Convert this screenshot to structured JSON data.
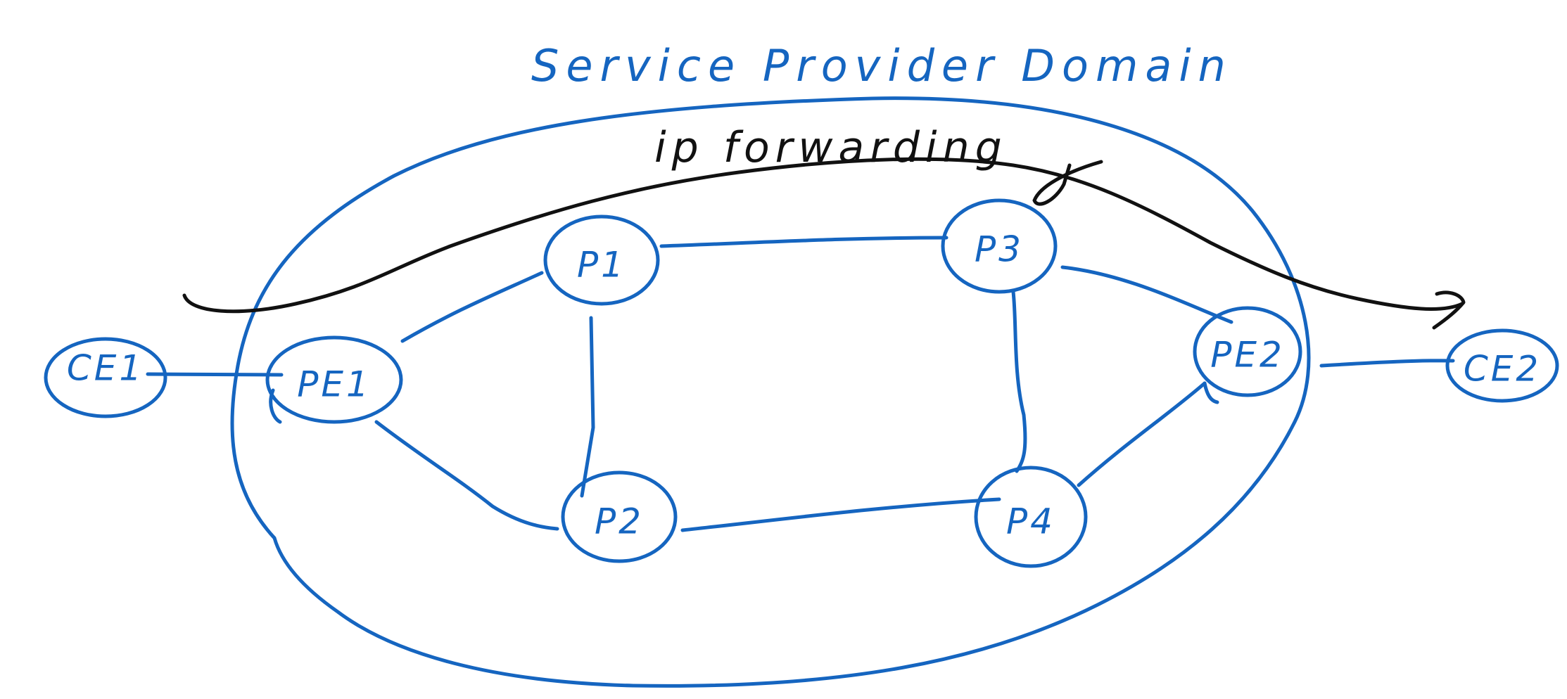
{
  "domain_label": "Service Provider Domain",
  "path_label": "ip forwarding",
  "nodes": {
    "ce1": "CE1",
    "pe1": "PE1",
    "p1": "P1",
    "p2": "P2",
    "p3": "P3",
    "p4": "P4",
    "pe2": "PE2",
    "ce2": "CE2"
  },
  "links": [
    [
      "CE1",
      "PE1"
    ],
    [
      "PE1",
      "P1"
    ],
    [
      "PE1",
      "P2"
    ],
    [
      "P1",
      "P2"
    ],
    [
      "P1",
      "P3"
    ],
    [
      "P2",
      "P4"
    ],
    [
      "P3",
      "P4"
    ],
    [
      "P3",
      "PE2"
    ],
    [
      "P4",
      "PE2"
    ],
    [
      "PE2",
      "CE2"
    ]
  ],
  "colors": {
    "ink_blue": "#1565c0",
    "ink_black": "#111111"
  }
}
